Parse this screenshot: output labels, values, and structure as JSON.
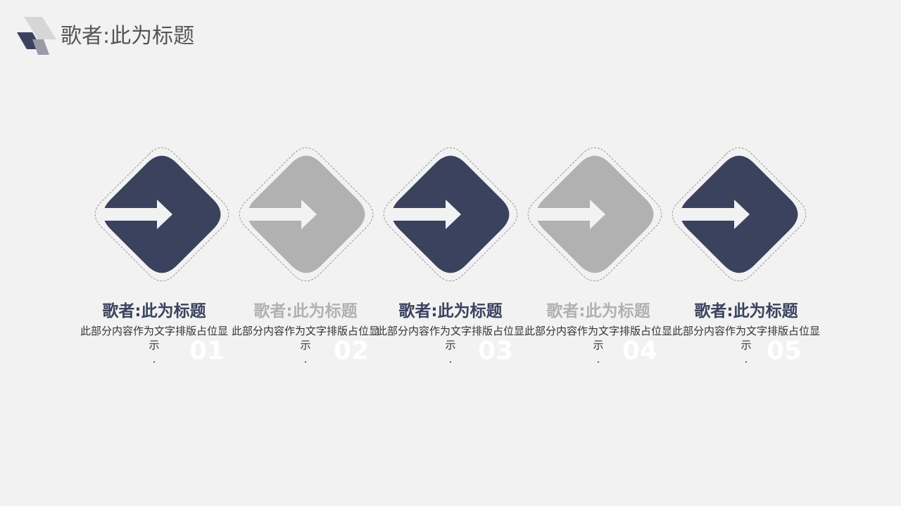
{
  "header": {
    "title": "歌者:此为标题"
  },
  "colors": {
    "dark": "#3a425e",
    "light": "#b1b1b1",
    "background": "#f2f2f2"
  },
  "steps": [
    {
      "number": "01",
      "title": "歌者:此为标题",
      "desc": "此部分内容作为文字排版占位显示",
      "dot": ".",
      "tone": "dark"
    },
    {
      "number": "02",
      "title": "歌者:此为标题",
      "desc": "此部分内容作为文字排版占位显示",
      "dot": ".",
      "tone": "light"
    },
    {
      "number": "03",
      "title": "歌者:此为标题",
      "desc": "此部分内容作为文字排版占位显示",
      "dot": ".",
      "tone": "dark"
    },
    {
      "number": "04",
      "title": "歌者:此为标题",
      "desc": "此部分内容作为文字排版占位显示",
      "dot": ".",
      "tone": "light"
    },
    {
      "number": "05",
      "title": "歌者:此为标题",
      "desc": "此部分内容作为文字排版占位显示",
      "dot": ".",
      "tone": "dark"
    }
  ]
}
